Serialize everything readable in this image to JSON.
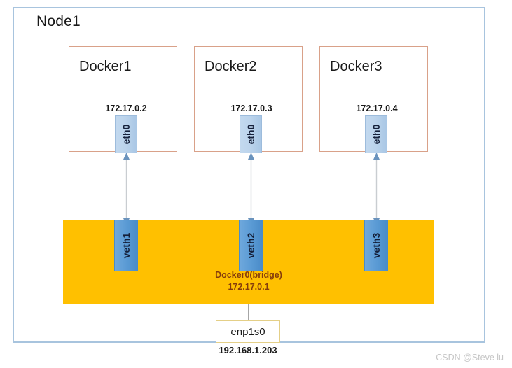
{
  "node": {
    "title": "Node1",
    "border_color": "#a8c4de"
  },
  "containers": [
    {
      "name": "Docker1",
      "ip": "172.17.0.2",
      "interface": "eth0",
      "veth": "veth1"
    },
    {
      "name": "Docker2",
      "ip": "172.17.0.3",
      "interface": "eth0",
      "veth": "veth2"
    },
    {
      "name": "Docker3",
      "ip": "172.17.0.4",
      "interface": "eth0",
      "veth": "veth3"
    }
  ],
  "bridge": {
    "name": "Docker0(bridge)",
    "ip": "172.17.0.1",
    "fill_color": "#FFC000",
    "text_color": "#843C0C"
  },
  "host_nic": {
    "name": "enp1s0",
    "ip": "192.168.1.203"
  },
  "watermark": "CSDN @Steve lu"
}
